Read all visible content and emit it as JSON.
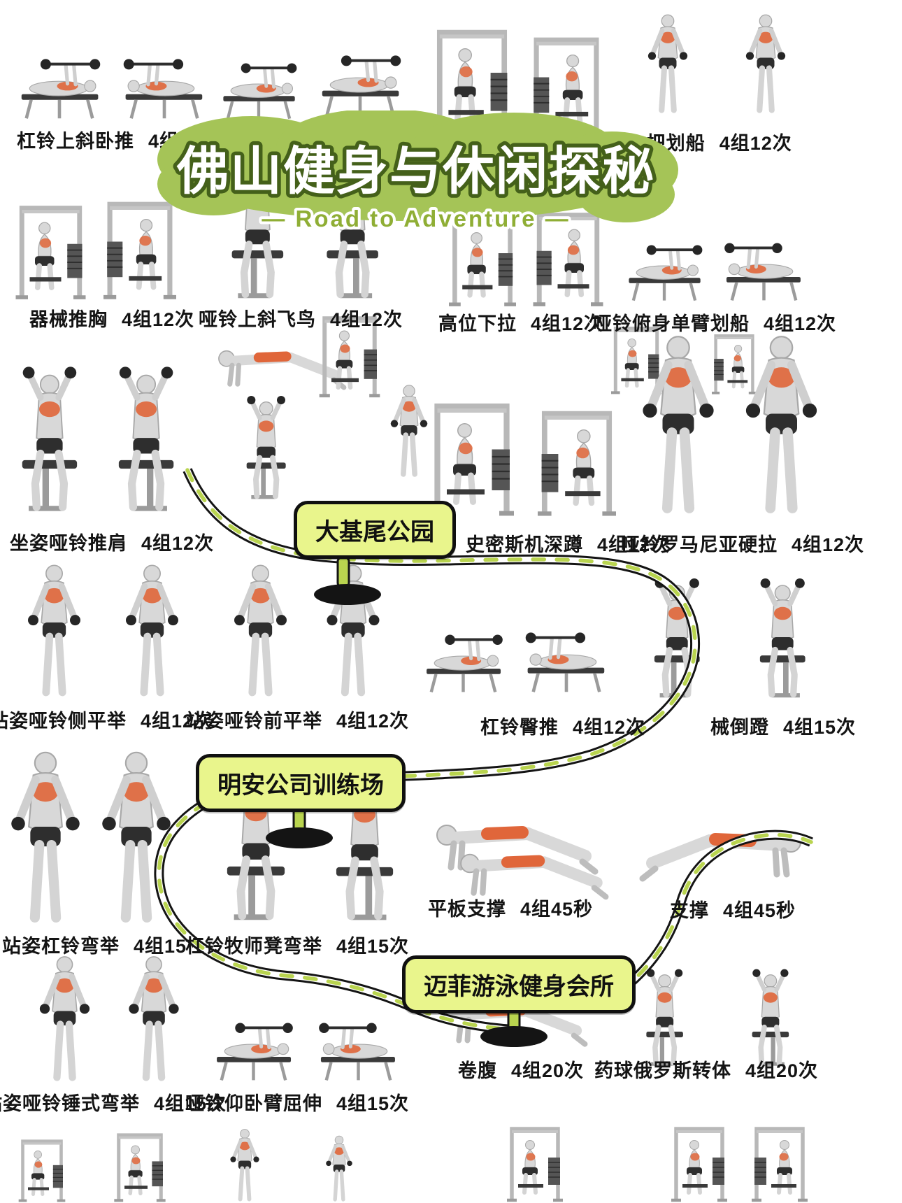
{
  "title": {
    "main": "佛山健身与休闲探秘",
    "subtitle": "— Road to Adventure —"
  },
  "locations": {
    "park": "大基尾公园",
    "training_ground": "明安公司训练场",
    "swim_club": "迈菲游泳健身会所"
  },
  "exercises": [
    {
      "name": "杠铃上斜卧推",
      "sets": "4组12次"
    },
    {
      "name": "T把划船",
      "sets": "4组12次"
    },
    {
      "name": "器械推胸",
      "sets": "4组12次"
    },
    {
      "name": "哑铃上斜飞鸟",
      "sets": "4组12次"
    },
    {
      "name": "高位下拉",
      "sets": "4组12次"
    },
    {
      "name": "哑铃俯身单臂划船",
      "sets": "4组12次"
    },
    {
      "name": "坐姿哑铃推肩",
      "sets": "4组12次"
    },
    {
      "name": "史密斯机深蹲",
      "sets": "4组12次"
    },
    {
      "name": "哑铃罗马尼亚硬拉",
      "sets": "4组12次"
    },
    {
      "name": "站姿哑铃侧平举",
      "sets": "4组12次"
    },
    {
      "name": "站姿哑铃前平举",
      "sets": "4组12次"
    },
    {
      "name": "杠铃臀推",
      "sets": "4组12次"
    },
    {
      "name": "械倒蹬",
      "sets": "4组15次"
    },
    {
      "name": "站姿杠铃弯举",
      "sets": "4组15"
    },
    {
      "name": "杠铃牧师凳弯举",
      "sets": "4组15次"
    },
    {
      "name": "平板支撑",
      "sets": "4组45秒"
    },
    {
      "name": "支撑",
      "sets": "4组45秒"
    },
    {
      "name": "卷腹",
      "sets": "4组20次"
    },
    {
      "name": "药球俄罗斯转体",
      "sets": "4组20次"
    },
    {
      "name": "站姿哑铃锤式弯举",
      "sets": "4组15次"
    },
    {
      "name": "哑铃仰卧臂屈伸",
      "sets": "4组15次"
    }
  ],
  "colors": {
    "cloud_green": "#a5c457",
    "title_outline": "#44601a",
    "subtitle_green": "#8fae35",
    "callout_bg": "#e9f58c",
    "route_dash": "#b9d44f",
    "muscle_orange": "#e0663a"
  }
}
